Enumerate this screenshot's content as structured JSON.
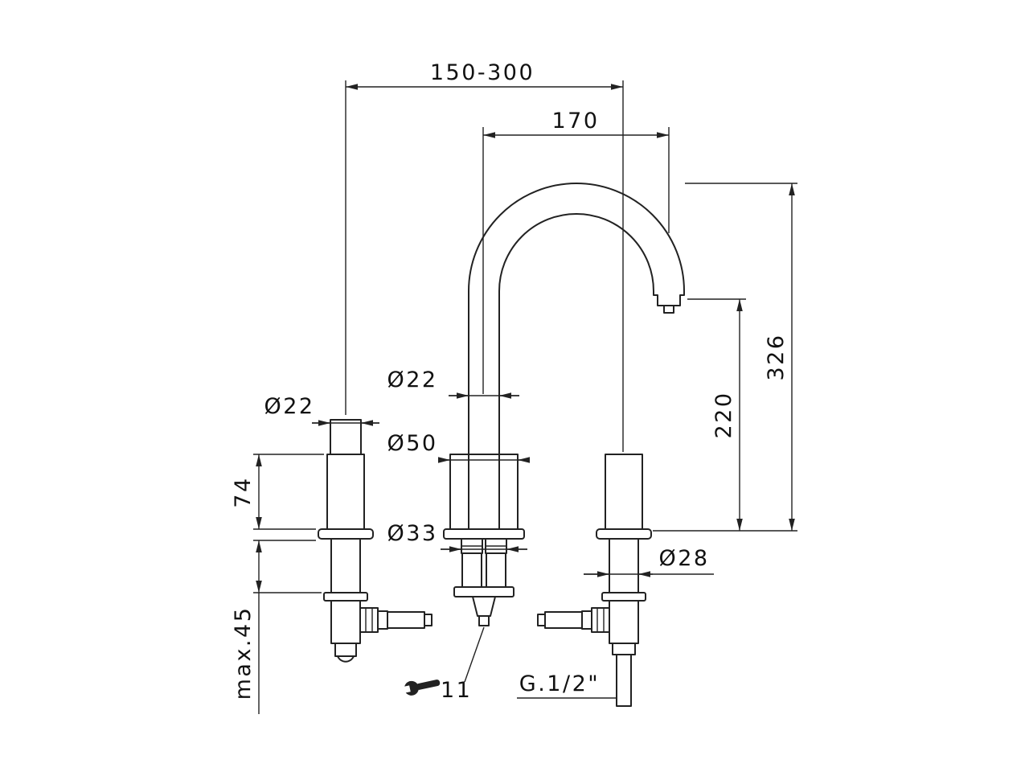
{
  "drawing": {
    "type": "technical-drawing",
    "subject": "3-hole basin mixer faucet with high-arc gooseneck spout and two side valves, front elevation with dimensions",
    "line_color": "#222222",
    "background": "#ffffff",
    "icons": {
      "wrench": "open-end-wrench-icon"
    },
    "dimensions": {
      "spread": "150-300",
      "spout_reach": "170",
      "total_height": "326",
      "spout_outlet_height": "220",
      "handle_top_diameter": "Ø22",
      "spout_tube_diameter": "Ø22",
      "body_diameter": "Ø50",
      "center_shank_diameter": "Ø33",
      "right_shank_diameter": "Ø28",
      "handle_grip_height": "74",
      "max_mounting_thickness": "max.45",
      "wrench_size": "11",
      "inlet_thread": "G.1/2\""
    }
  }
}
